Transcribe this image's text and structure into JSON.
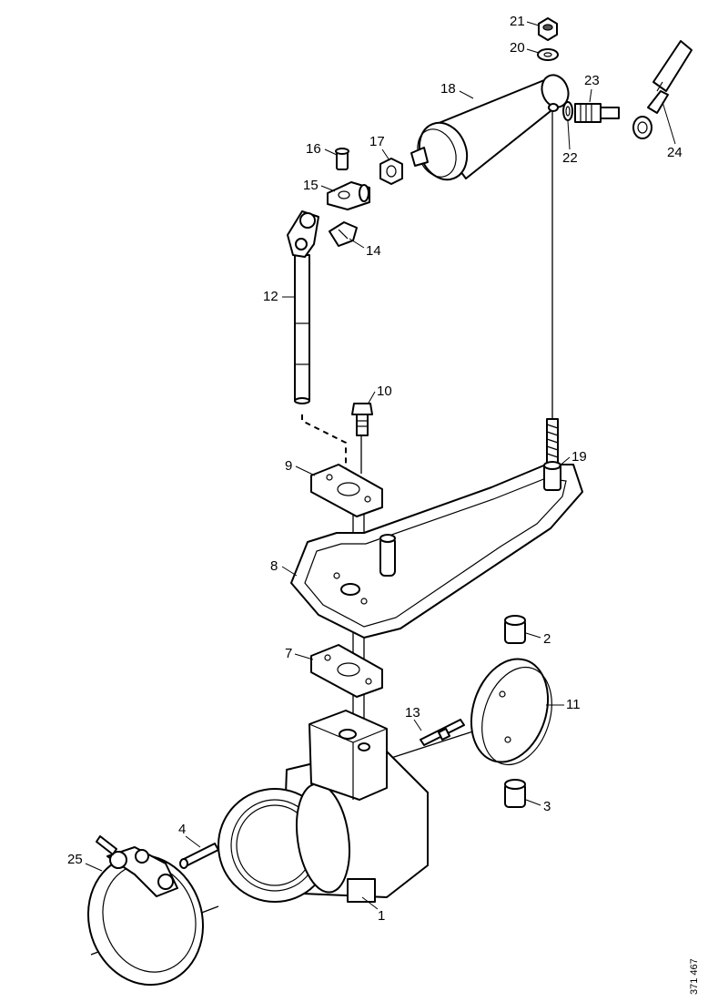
{
  "callouts": {
    "c1": "1",
    "c2": "2",
    "c3": "3",
    "c4": "4",
    "c7": "7",
    "c8": "8",
    "c9": "9",
    "c10": "10",
    "c11": "11",
    "c12": "12",
    "c13": "13",
    "c14": "14",
    "c15": "15",
    "c16": "16",
    "c17": "17",
    "c18": "18",
    "c19": "19",
    "c20": "20",
    "c21": "21",
    "c22": "22",
    "c23": "23",
    "c24": "24",
    "c25": "25"
  },
  "figure_ref": "371 467"
}
